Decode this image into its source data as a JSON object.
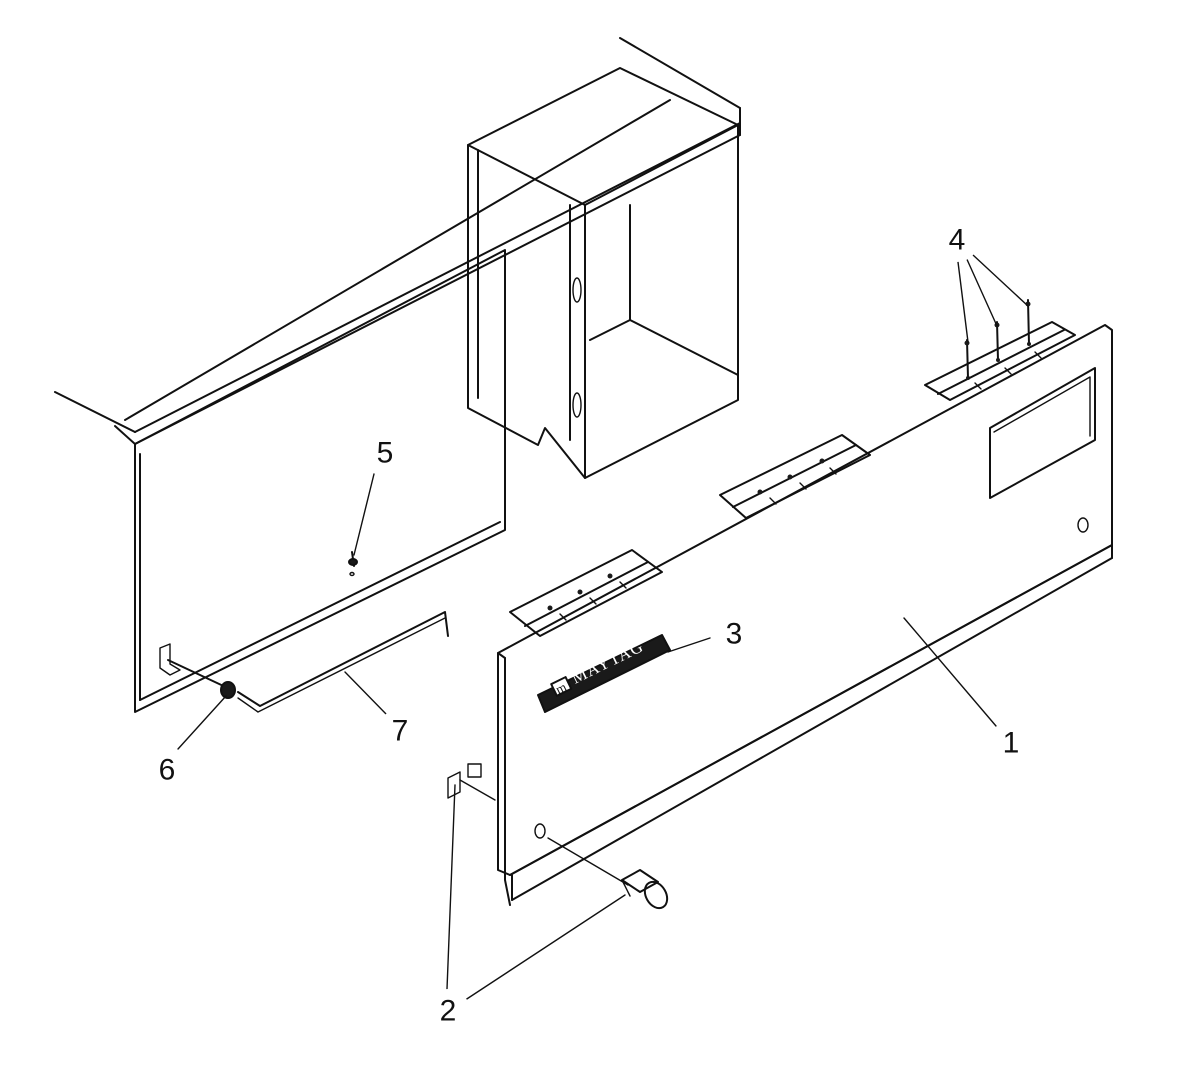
{
  "diagram": {
    "callouts": [
      {
        "id": "1",
        "label": "1"
      },
      {
        "id": "2",
        "label": "2"
      },
      {
        "id": "3",
        "label": "3"
      },
      {
        "id": "4",
        "label": "4"
      },
      {
        "id": "5",
        "label": "5"
      },
      {
        "id": "6",
        "label": "6"
      },
      {
        "id": "7",
        "label": "7"
      }
    ],
    "badge_text": "MAYTAG",
    "badge_mark": "m"
  }
}
